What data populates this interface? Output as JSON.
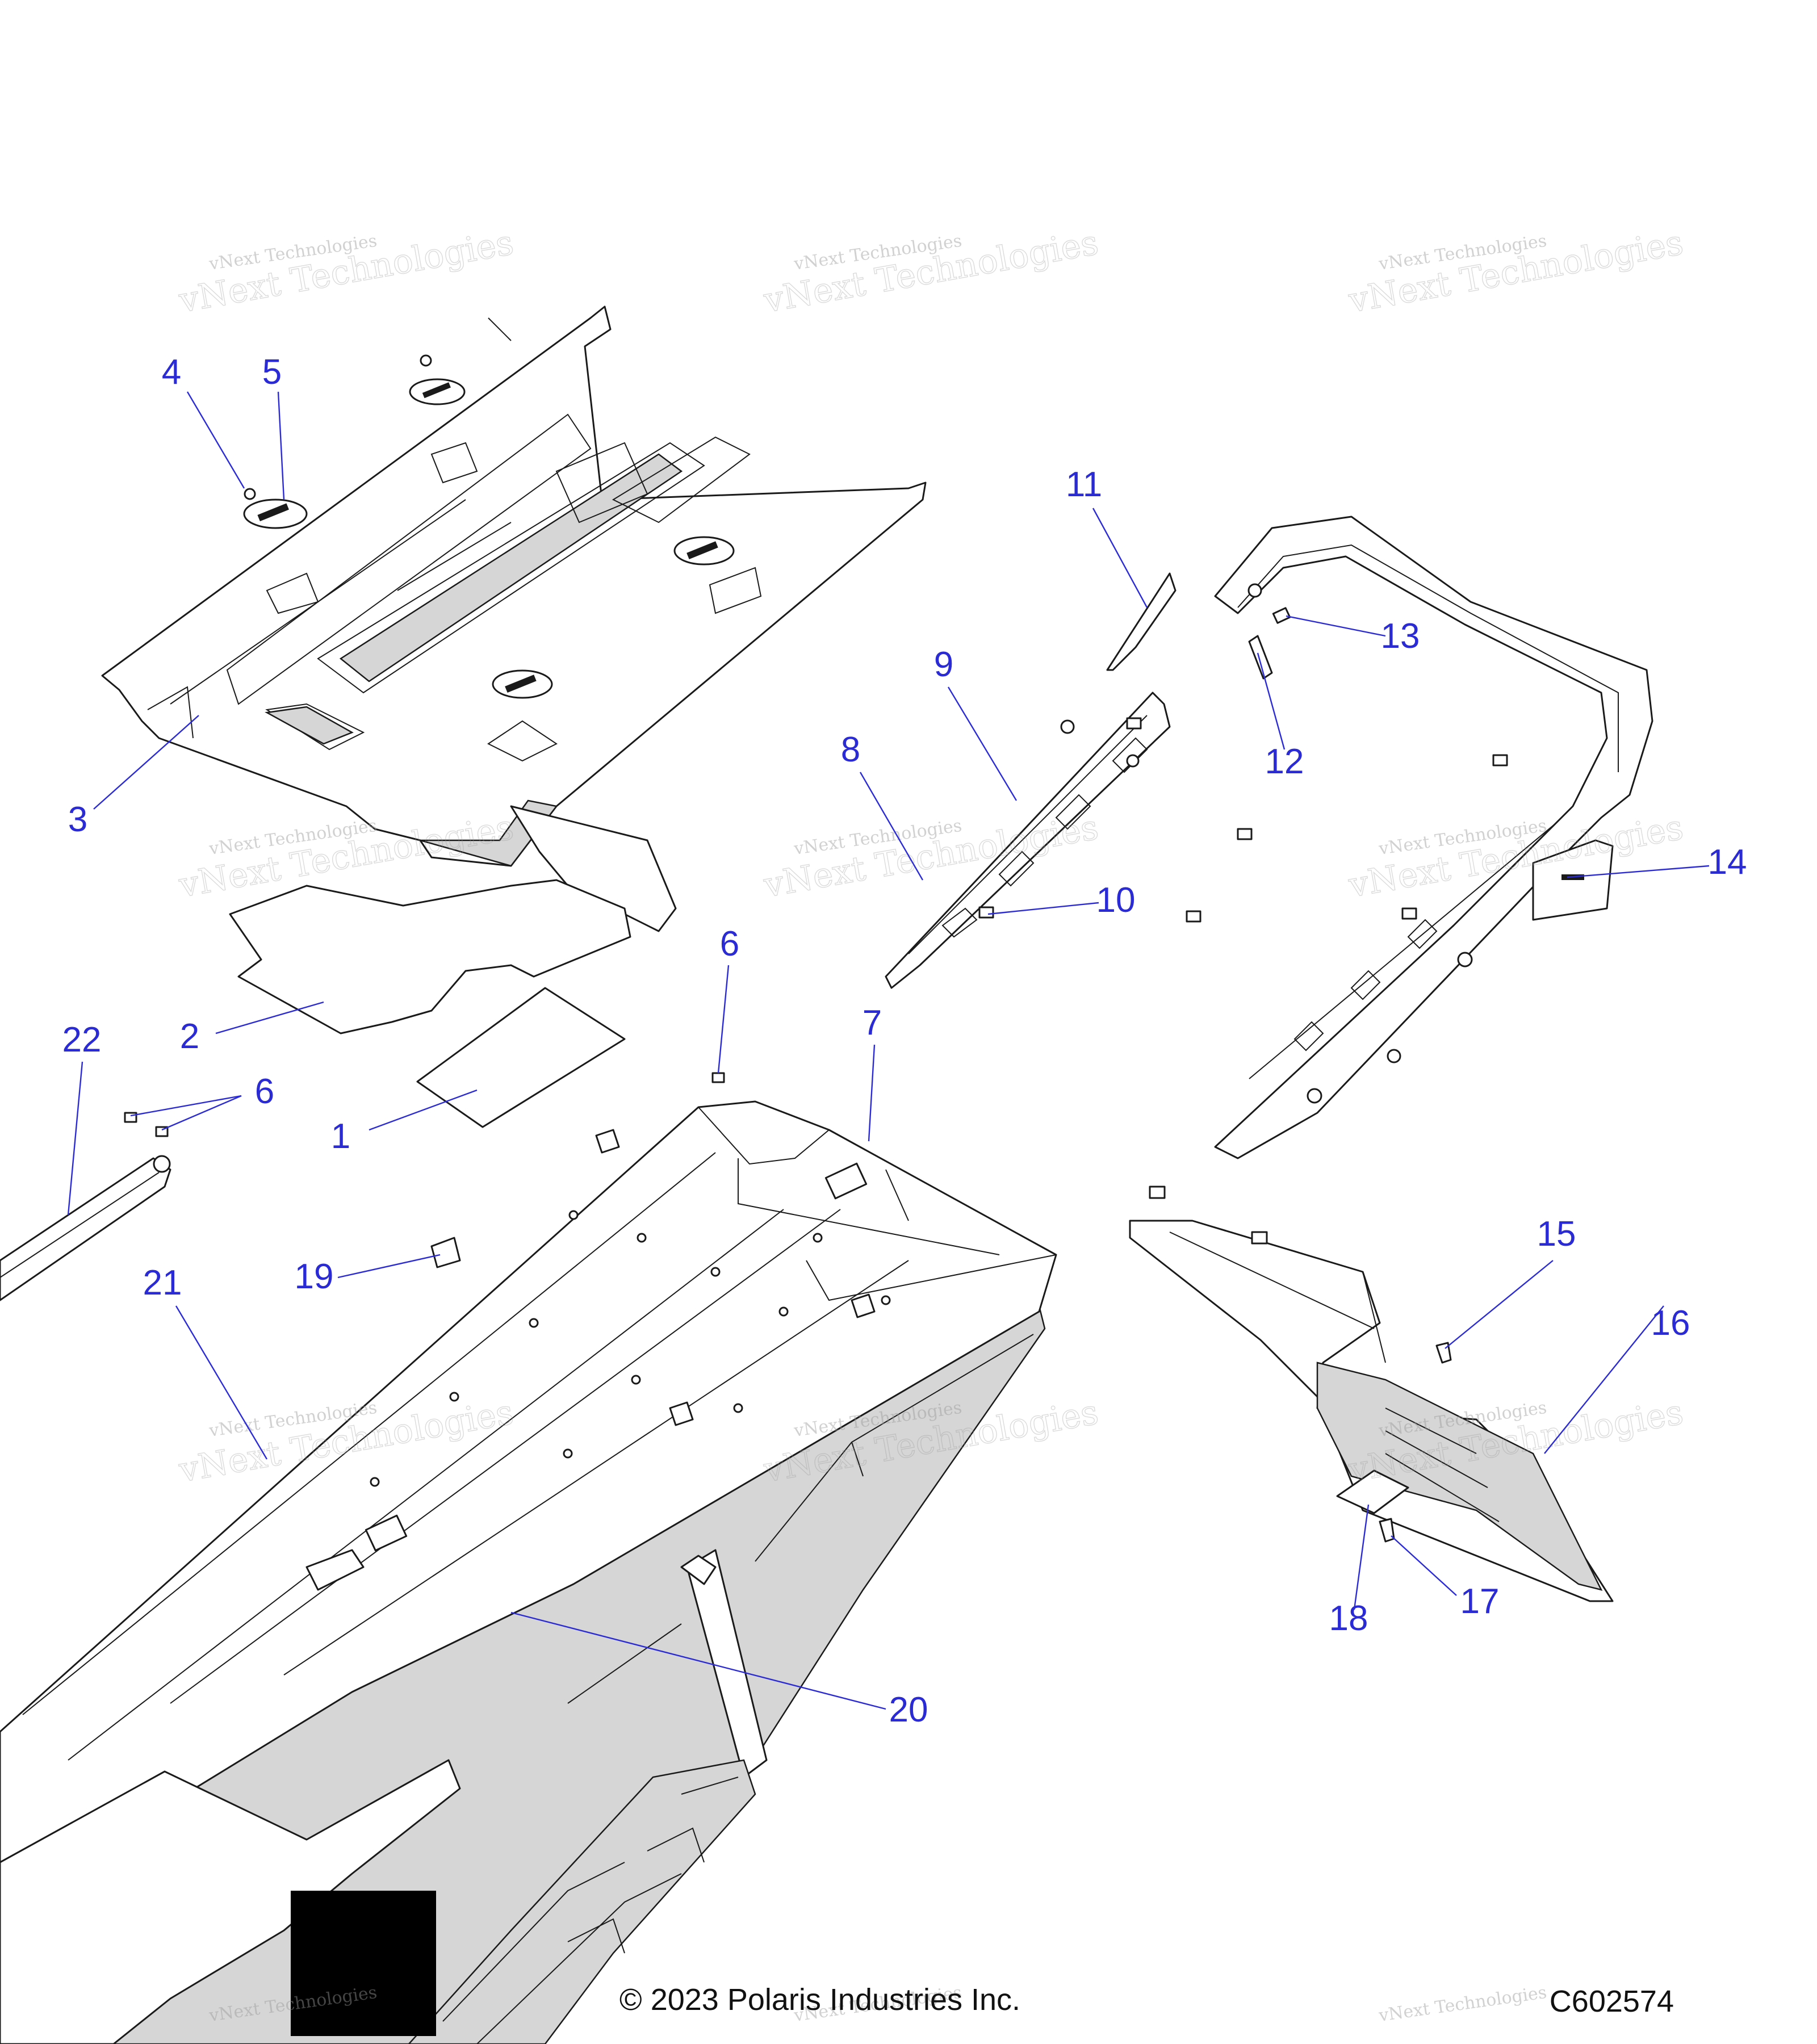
{
  "diagram": {
    "footer": {
      "copyright": "© 2023 Polaris Industries Inc.",
      "code": "C602574"
    },
    "watermark": {
      "line1": "vNext Technologies",
      "line2": "vNext Technologies"
    },
    "callouts": [
      {
        "id": "1",
        "label": "1"
      },
      {
        "id": "2",
        "label": "2"
      },
      {
        "id": "3",
        "label": "3"
      },
      {
        "id": "4",
        "label": "4"
      },
      {
        "id": "5",
        "label": "5"
      },
      {
        "id": "6a",
        "label": "6"
      },
      {
        "id": "6b",
        "label": "6"
      },
      {
        "id": "7",
        "label": "7"
      },
      {
        "id": "8",
        "label": "8"
      },
      {
        "id": "9",
        "label": "9"
      },
      {
        "id": "10",
        "label": "10"
      },
      {
        "id": "11",
        "label": "11"
      },
      {
        "id": "12",
        "label": "12"
      },
      {
        "id": "13",
        "label": "13"
      },
      {
        "id": "14",
        "label": "14"
      },
      {
        "id": "15",
        "label": "15"
      },
      {
        "id": "16",
        "label": "16"
      },
      {
        "id": "17",
        "label": "17"
      },
      {
        "id": "18",
        "label": "18"
      },
      {
        "id": "19",
        "label": "19"
      },
      {
        "id": "20",
        "label": "20"
      },
      {
        "id": "21",
        "label": "21"
      },
      {
        "id": "22",
        "label": "22"
      }
    ],
    "colors": {
      "callout": "#2b2bd6",
      "line": "#1a1a1a",
      "shade": "#d6d6d6",
      "watermark": "#9a9a9a"
    }
  }
}
